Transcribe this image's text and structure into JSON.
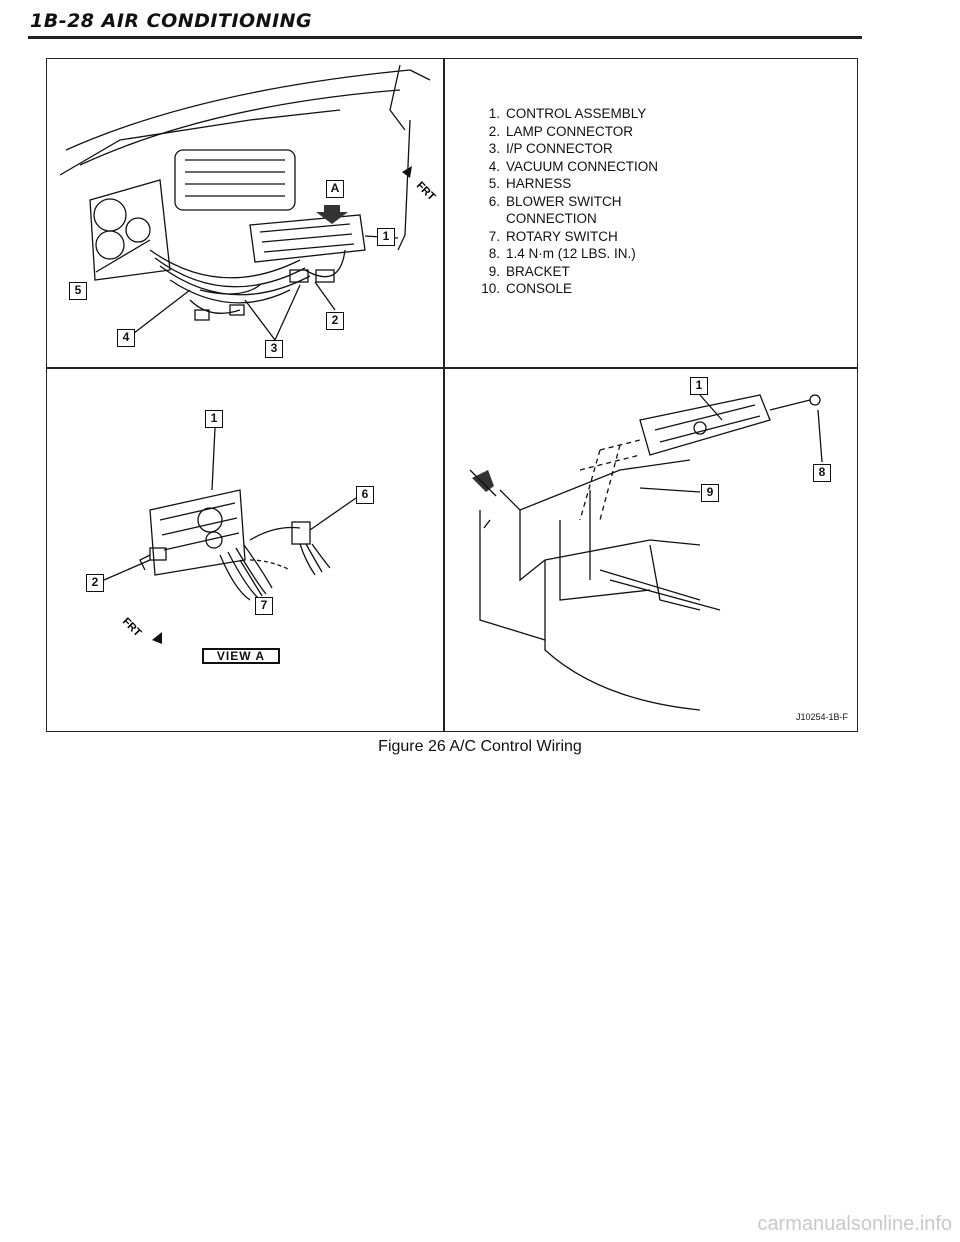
{
  "header": {
    "title": "1B-28 AIR CONDITIONING"
  },
  "legend": [
    {
      "num": "1.",
      "text": "CONTROL ASSEMBLY"
    },
    {
      "num": "2.",
      "text": "LAMP CONNECTOR"
    },
    {
      "num": "3.",
      "text": "I/P CONNECTOR"
    },
    {
      "num": "4.",
      "text": "VACUUM CONNECTION"
    },
    {
      "num": "5.",
      "text": "HARNESS"
    },
    {
      "num": "6.",
      "text": "BLOWER SWITCH",
      "text2": "CONNECTION"
    },
    {
      "num": "7.",
      "text": "ROTARY SWITCH"
    },
    {
      "num": "8.",
      "text": "1.4 N·m (12 LBS. IN.)"
    },
    {
      "num": "9.",
      "text": "BRACKET"
    },
    {
      "num": "10.",
      "text": "CONSOLE"
    }
  ],
  "callouts": {
    "c1a": "1",
    "c2a": "2",
    "c3a": "3",
    "c4a": "4",
    "c5a": "5",
    "cA": "A",
    "c1b": "1",
    "c2b": "2",
    "c6b": "6",
    "c7b": "7",
    "c1c": "1",
    "c8c": "8",
    "c9c": "9"
  },
  "view_label": "VIEW A",
  "frt_label": "FRT",
  "catalog_number": "J10254-1B-F",
  "caption": "Figure 26 A/C Control Wiring",
  "watermark": "carmanualsonline.info"
}
